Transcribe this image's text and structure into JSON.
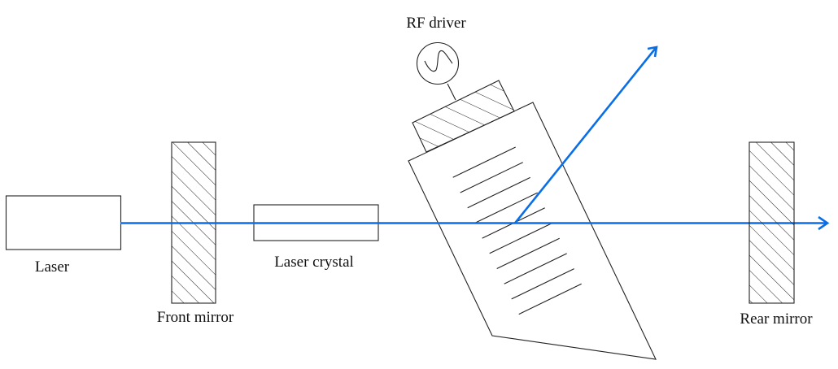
{
  "labels": {
    "laser": "Laser",
    "front_mirror": "Front mirror",
    "laser_crystal": "Laser crystal",
    "rf_driver": "RF driver",
    "rear_mirror": "Rear mirror"
  },
  "colors": {
    "beam": "#0a6fe6",
    "outline": "#222222"
  },
  "icons": {
    "rf_source": "sine-wave-source-icon"
  }
}
